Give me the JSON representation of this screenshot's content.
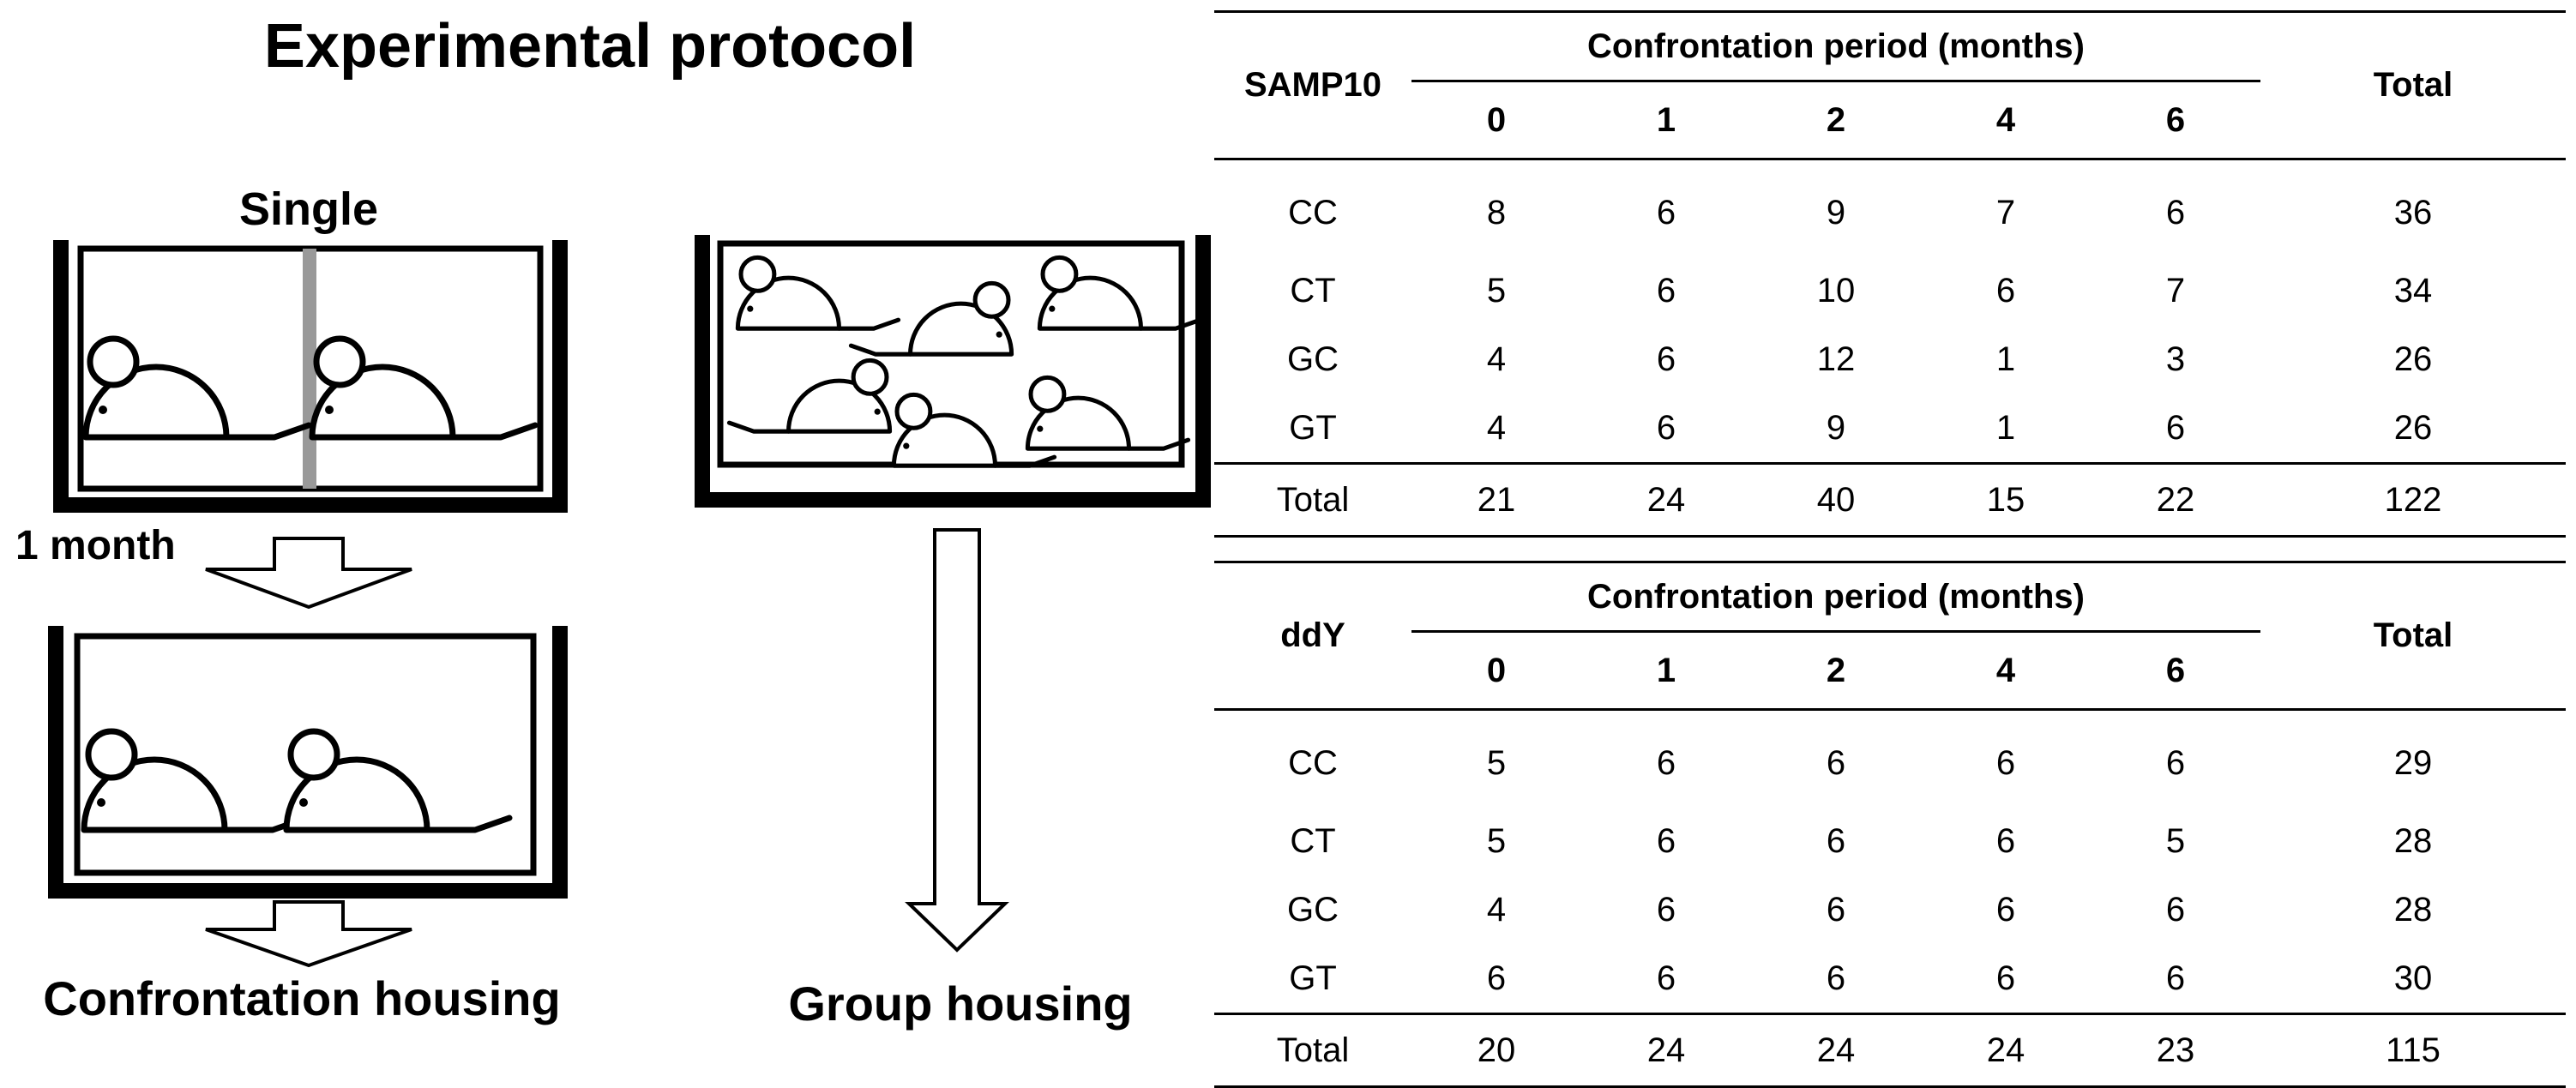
{
  "protocol": {
    "title": "Experimental protocol",
    "single_label": "Single",
    "interval_label": "1 month",
    "confrontation_label": "Confrontation housing",
    "group_label": "Group housing"
  },
  "tables": [
    {
      "strain": "SAMP10",
      "group_header": "Confrontation period (months)",
      "periods": [
        "0",
        "1",
        "2",
        "4",
        "6"
      ],
      "total_header": "Total",
      "rows": [
        {
          "label": "CC",
          "values": [
            "8",
            "6",
            "9",
            "7",
            "6"
          ],
          "total": "36"
        },
        {
          "label": "CT",
          "values": [
            "5",
            "6",
            "10",
            "6",
            "7"
          ],
          "total": "34"
        },
        {
          "label": "GC",
          "values": [
            "4",
            "6",
            "12",
            "1",
            "3"
          ],
          "total": "26"
        },
        {
          "label": "GT",
          "values": [
            "4",
            "6",
            "9",
            "1",
            "6"
          ],
          "total": "26"
        }
      ],
      "total_row": {
        "label": "Total",
        "values": [
          "21",
          "24",
          "40",
          "15",
          "22"
        ],
        "total": "122"
      }
    },
    {
      "strain": "ddY",
      "group_header": "Confrontation period (months)",
      "periods": [
        "0",
        "1",
        "2",
        "4",
        "6"
      ],
      "total_header": "Total",
      "rows": [
        {
          "label": "CC",
          "values": [
            "5",
            "6",
            "6",
            "6",
            "6"
          ],
          "total": "29"
        },
        {
          "label": "CT",
          "values": [
            "5",
            "6",
            "6",
            "6",
            "5"
          ],
          "total": "28"
        },
        {
          "label": "GC",
          "values": [
            "4",
            "6",
            "6",
            "6",
            "6"
          ],
          "total": "28"
        },
        {
          "label": "GT",
          "values": [
            "6",
            "6",
            "6",
            "6",
            "6"
          ],
          "total": "30"
        }
      ],
      "total_row": {
        "label": "Total",
        "values": [
          "20",
          "24",
          "24",
          "24",
          "23"
        ],
        "total": "115"
      }
    }
  ]
}
